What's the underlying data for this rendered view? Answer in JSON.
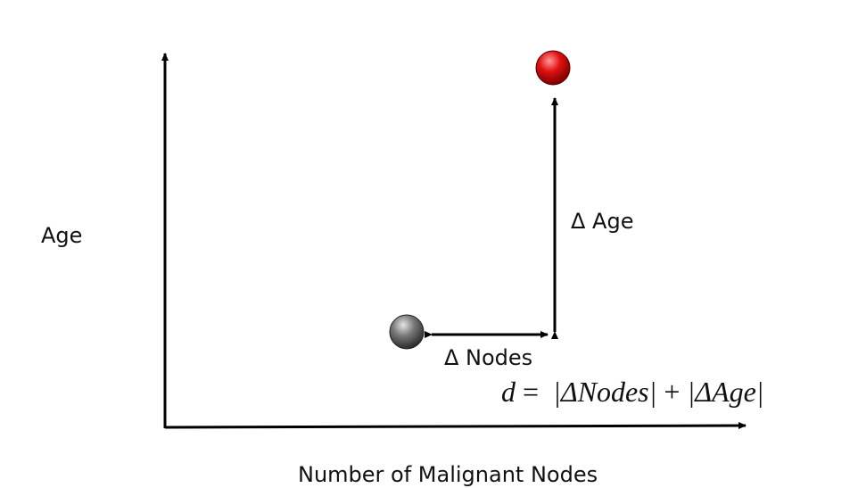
{
  "axes": {
    "y_label": "Age",
    "x_label": "Number of Malignant Nodes"
  },
  "points": [
    {
      "name": "query-point",
      "color": "#c00000"
    },
    {
      "name": "neighbor-point",
      "color": "#4a4a4a"
    }
  ],
  "annotations": {
    "delta_age": "Δ Age",
    "delta_nodes": "Δ Nodes",
    "formula": {
      "d": "d",
      "equals": " =  ",
      "nodes_term": "|ΔNodes|",
      "plus": " + ",
      "age_term": "|ΔAge|"
    }
  }
}
